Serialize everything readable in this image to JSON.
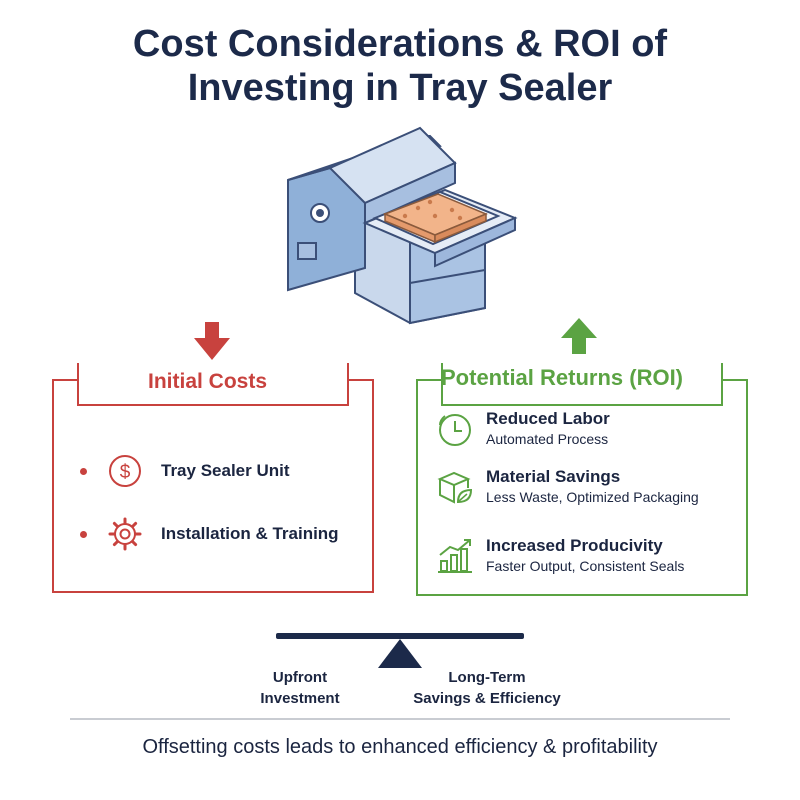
{
  "title": {
    "line1": "Cost Considerations & ROI of",
    "line2": "Investing in Tray Sealer"
  },
  "initial_costs": {
    "title": "Initial Costs",
    "items": [
      {
        "label": "Tray Sealer Unit",
        "icon": "dollar-icon"
      },
      {
        "label": "Installation & Training",
        "icon": "gear-icon"
      }
    ]
  },
  "returns": {
    "title": "Potential Returns (ROI)",
    "items": [
      {
        "heading": "Reduced Labor",
        "sub": "Automated Process",
        "icon": "clock-icon"
      },
      {
        "heading": "Material Savings",
        "sub": "Less Waste, Optimized Packaging",
        "icon": "box-leaf-icon"
      },
      {
        "heading": "Increased Producivity",
        "sub": "Faster Output, Consistent Seals",
        "icon": "growth-chart-icon"
      }
    ]
  },
  "balance": {
    "left_line1": "Upfront",
    "left_line2": "Investment",
    "right_line1": "Long-Term",
    "right_line2": "Savings & Efficiency"
  },
  "footer": "Offsetting costs leads to enhanced efficiency & profitability",
  "colors": {
    "cost_red": "#c8423e",
    "return_green": "#5ba343",
    "navy": "#1c2a4a",
    "machine_blue": "#8fb0d8"
  }
}
